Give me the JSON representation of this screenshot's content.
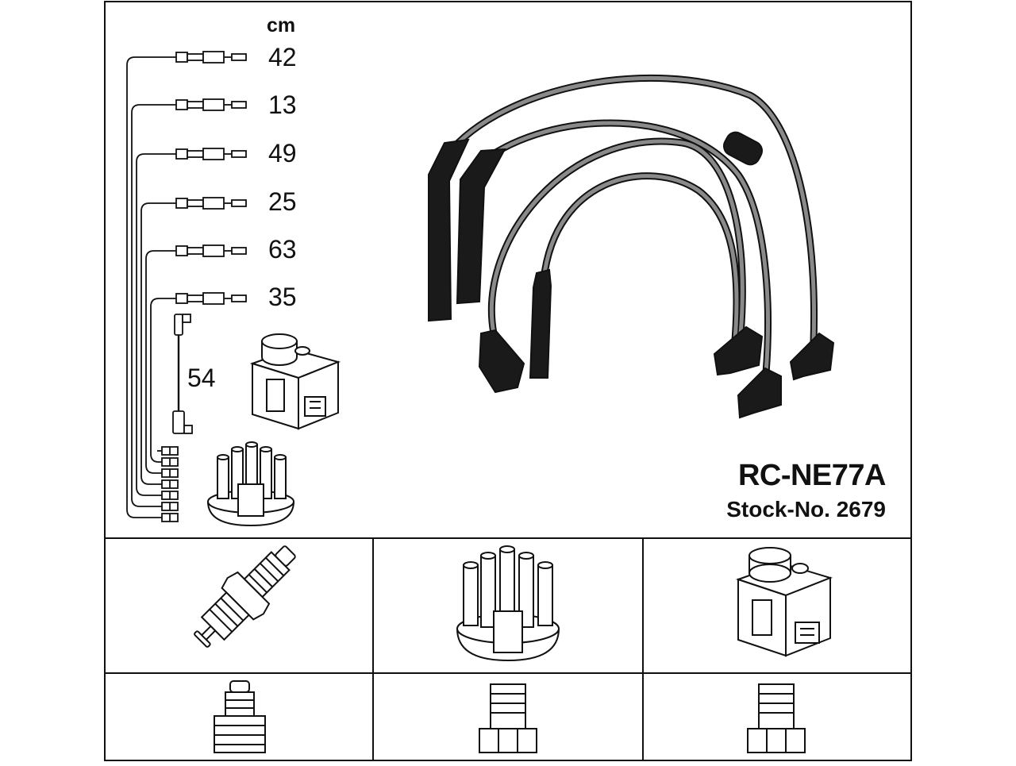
{
  "header": {
    "unit": "cm"
  },
  "cables": [
    {
      "length": "42"
    },
    {
      "length": "13"
    },
    {
      "length": "49"
    },
    {
      "length": "25"
    },
    {
      "length": "63"
    },
    {
      "length": "35"
    }
  ],
  "coil_cable": {
    "length": "54"
  },
  "product": {
    "model": "RC-NE77A",
    "stock_number": "Stock-No. 2679"
  },
  "colors": {
    "line": "#111111",
    "wire": "#555555",
    "boot": "#1a1a1a",
    "background": "#ffffff"
  }
}
